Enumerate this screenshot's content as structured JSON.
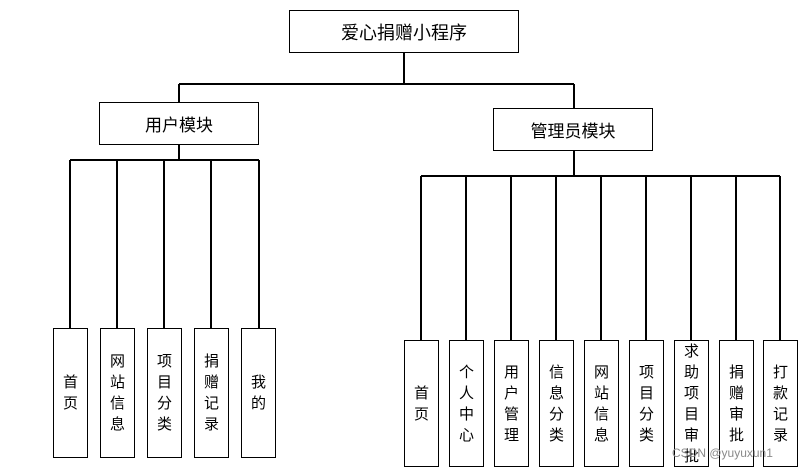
{
  "diagram": {
    "root": "爱心捐赠小程序",
    "user_module": {
      "title": "用户模块",
      "children": [
        "首页",
        "网站信息",
        "项目分类",
        "捐赠记录",
        "我的"
      ]
    },
    "admin_module": {
      "title": "管理员模块",
      "children": [
        "首页",
        "个人中心",
        "用户管理",
        "信息分类",
        "网站信息",
        "项目分类",
        "求助项目审批",
        "捐赠审批",
        "打款记录"
      ]
    }
  },
  "watermark": "CSDN @yuyuxun1",
  "colors": {
    "line": "#000000",
    "box_border": "#000000",
    "background": "#ffffff",
    "watermark": "#8a8a8a"
  }
}
